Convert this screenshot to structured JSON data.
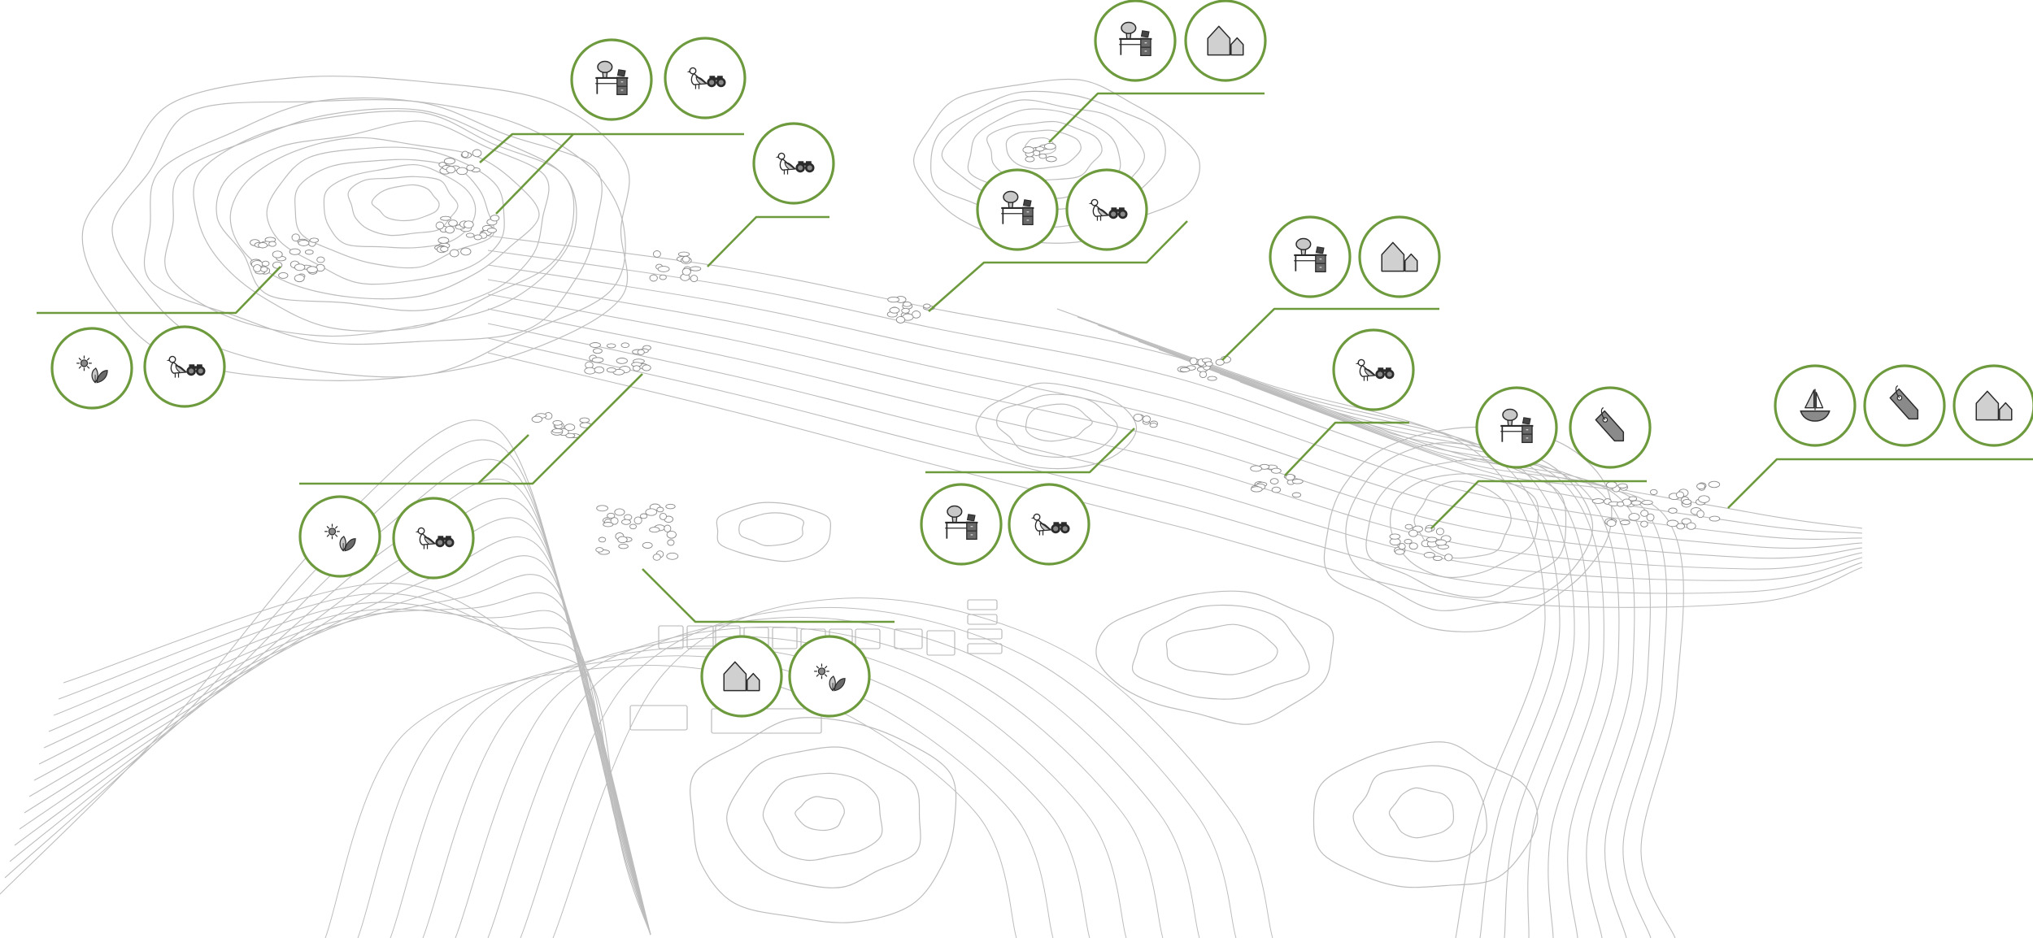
{
  "map": {
    "style": "topographic contour map with numbered clusters of settlements and green use-category markers",
    "colors": {
      "background": "#ffffff",
      "contour": "#bdbdbd",
      "marker_ring": "#6e9a3e",
      "leader_line": "#6e9a3e",
      "icon_fill": "#c8c8c8",
      "icon_dark": "#555555",
      "icon_stroke": "#2b2b2b"
    },
    "legend_icons": [
      "office-desk-icon",
      "birdwatching-binoculars-icon",
      "houses-icon",
      "sun-leaf-icon",
      "sailboat-icon",
      "price-tag-icon"
    ],
    "sites": [
      {
        "id": "site-west-ridge",
        "icons": [
          "sun-leaf-icon",
          "birdwatching-binoculars-icon"
        ]
      },
      {
        "id": "site-north-ridge",
        "icons": [
          "office-desk-icon",
          "birdwatching-binoculars-icon"
        ]
      },
      {
        "id": "site-north-slope",
        "icons": [
          "birdwatching-binoculars-icon"
        ]
      },
      {
        "id": "site-southwest-village",
        "icons": [
          "sun-leaf-icon",
          "birdwatching-binoculars-icon"
        ]
      },
      {
        "id": "site-south-village",
        "icons": [
          "houses-icon",
          "sun-leaf-icon"
        ]
      },
      {
        "id": "site-north-hill",
        "icons": [
          "office-desk-icon",
          "houses-icon"
        ]
      },
      {
        "id": "site-central-valley",
        "icons": [
          "office-desk-icon",
          "birdwatching-binoculars-icon"
        ]
      },
      {
        "id": "site-central-basin",
        "icons": [
          "office-desk-icon",
          "birdwatching-binoculars-icon"
        ]
      },
      {
        "id": "site-east-plateau",
        "icons": [
          "office-desk-icon",
          "houses-icon"
        ]
      },
      {
        "id": "site-east-slope",
        "icons": [
          "birdwatching-binoculars-icon"
        ]
      },
      {
        "id": "site-east-village",
        "icons": [
          "office-desk-icon",
          "price-tag-icon"
        ]
      },
      {
        "id": "site-coast",
        "icons": [
          "sailboat-icon",
          "price-tag-icon",
          "houses-icon"
        ]
      }
    ]
  }
}
